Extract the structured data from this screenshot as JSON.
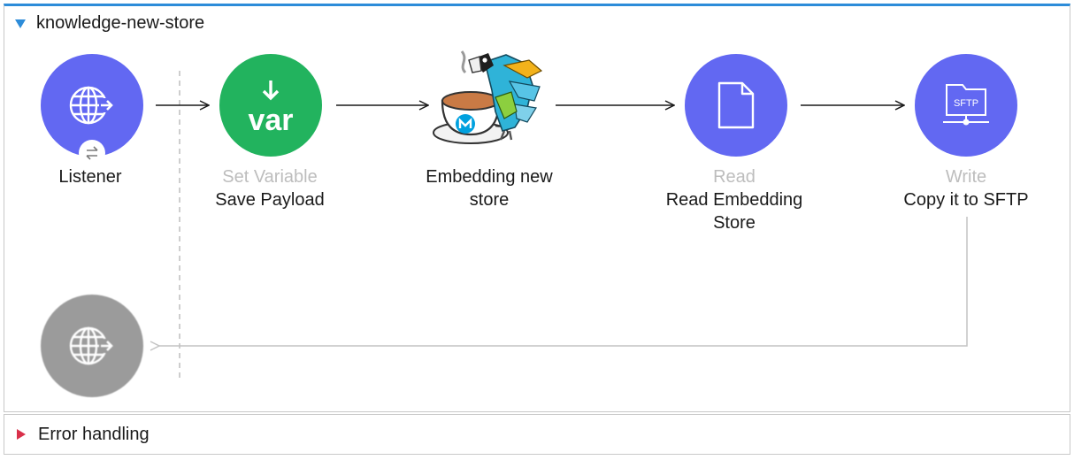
{
  "flow": {
    "title": "knowledge-new-store"
  },
  "nodes": {
    "listener": {
      "name": "Listener"
    },
    "set_variable": {
      "type": "Set Variable",
      "name": "Save Payload"
    },
    "embedding": {
      "name": "Embedding new store"
    },
    "read": {
      "type": "Read",
      "name": "Read Embedding Store"
    },
    "write": {
      "type": "Write",
      "name": "Copy it to SFTP",
      "icon_text": "SFTP"
    }
  },
  "error_handling": {
    "label": "Error handling"
  },
  "colors": {
    "accent": "#2d8cd9",
    "node_blue": "#6268f2",
    "node_green": "#22b35e",
    "node_gray": "#9b9b9b",
    "error_caret": "#d9304a"
  },
  "icons": {
    "listener": "globe-arrow-icon",
    "set_variable": "var-download-icon",
    "embedding": "mule-coffee-parrot-icon",
    "read": "document-icon",
    "write": "sftp-folder-icon",
    "response": "globe-arrow-icon"
  }
}
